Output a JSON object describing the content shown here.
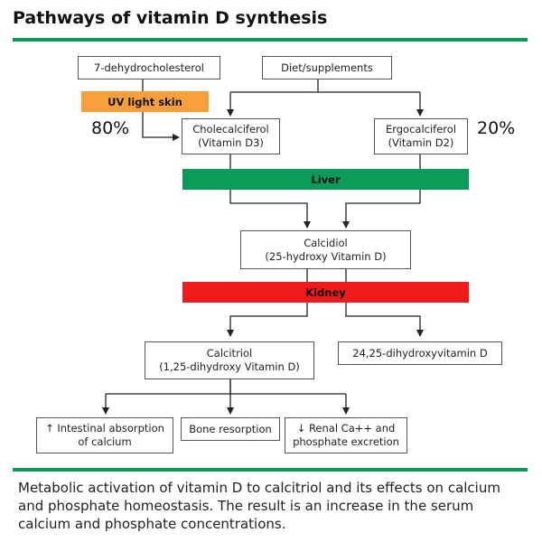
{
  "title": "Pathways of vitamin D synthesis",
  "colors": {
    "accent_green": "#0a9a5a",
    "uv_orange": "#f7a03b",
    "liver_green": "#0a9a5a",
    "kidney_red": "#ef1a1a"
  },
  "nodes": {
    "dehydro": "7-dehydrocholesterol",
    "diet": "Diet/supplements",
    "uv": "UV light skin",
    "chole": "Cholecalciferol\n(Vitamin D3)",
    "ergo": "Ergocalciferol\n(Vitamin D2)",
    "liver": "Liver",
    "calcidiol": "Calcidiol\n(25-hydroxy Vitamin D)",
    "kidney": "Kidney",
    "calcitriol": "Calcitriol\n(1,25-dihydroxy Vitamin D)",
    "dihydroxy2425": "24,25-dihydroxyvitamin D",
    "intestinal": "↑ Intestinal absorption\nof calcium",
    "bone": "Bone resorption",
    "renal": "↓ Renal Ca++ and\nphosphate excretion"
  },
  "percent_left": "80%",
  "percent_right": "20%",
  "caption": "Metabolic activation of vitamin D to calcitriol and its effects on calcium and phosphate homeostasis. The result is an increase in the serum calcium and phosphate concentrations."
}
